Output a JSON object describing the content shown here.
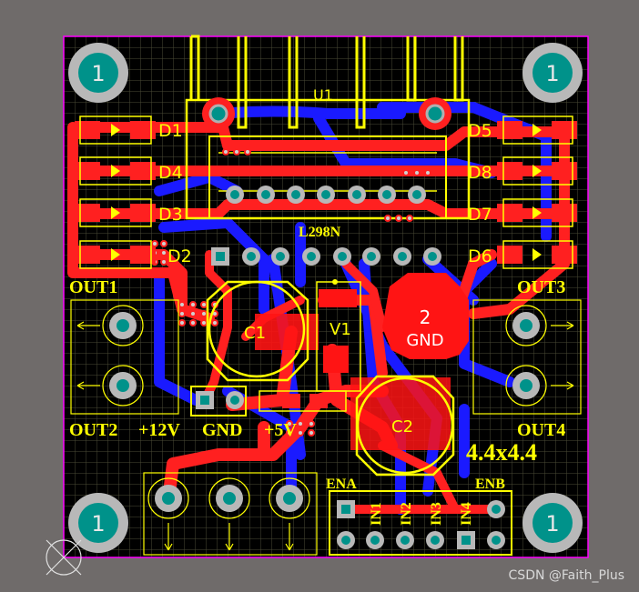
{
  "colors": {
    "background": "#6f6b6a",
    "board": "#000000",
    "grid": "#4a4a36",
    "outline": "#ff00ff",
    "silkscreen": "#ffff00",
    "top_copper": "#ff0000",
    "bottom_copper": "#1a1aff",
    "mount_hole": "#b8b8b8",
    "mount_hole_core": "#00928a",
    "via": "#b0b0b0"
  },
  "components": {
    "u1": "U1",
    "u1_part": "L298N",
    "diodes": [
      "D1",
      "D4",
      "D3",
      "D2",
      "D5",
      "D8",
      "D7",
      "D6"
    ],
    "c1": "C1",
    "c2": "C2",
    "v1": "V1"
  },
  "connectors": {
    "out1": "OUT1",
    "out2": "OUT2",
    "out3": "OUT3",
    "out4": "OUT4",
    "power_12v": "+12V",
    "gnd": "GND",
    "power_5v": "+5V",
    "ena": "ENA",
    "enb": "ENB",
    "inputs": [
      "IN1",
      "IN2",
      "IN3",
      "IN4"
    ]
  },
  "pads": {
    "mount_hole_label": "1",
    "gnd_pad_number": "2",
    "gnd_pad_net": "GND"
  },
  "board_size": "4.4x4.4",
  "watermark": "CSDN @Faith_Plus"
}
